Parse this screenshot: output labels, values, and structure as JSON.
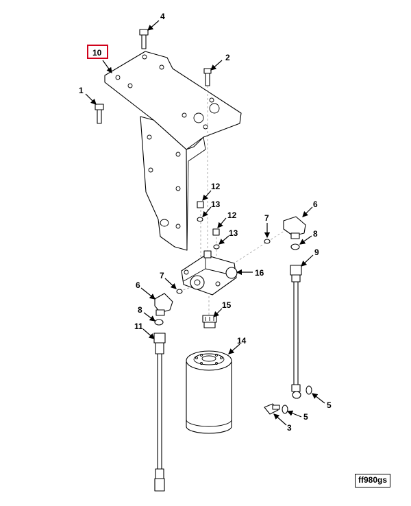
{
  "diagram": {
    "highlighted_callout": "10",
    "figure_code": "ff980gs",
    "callouts": {
      "c4": "4",
      "c10": "10",
      "c2": "2",
      "c1": "1",
      "c12a": "12",
      "c13a": "13",
      "c12b": "12",
      "c13b": "13",
      "c7a": "7",
      "c6a": "6",
      "c8a": "8",
      "c9": "9",
      "c16": "16",
      "c7b": "7",
      "c6b": "6",
      "c8b": "8",
      "c11": "11",
      "c15": "15",
      "c14": "14",
      "c5a": "5",
      "c5b": "5",
      "c3": "3"
    }
  }
}
